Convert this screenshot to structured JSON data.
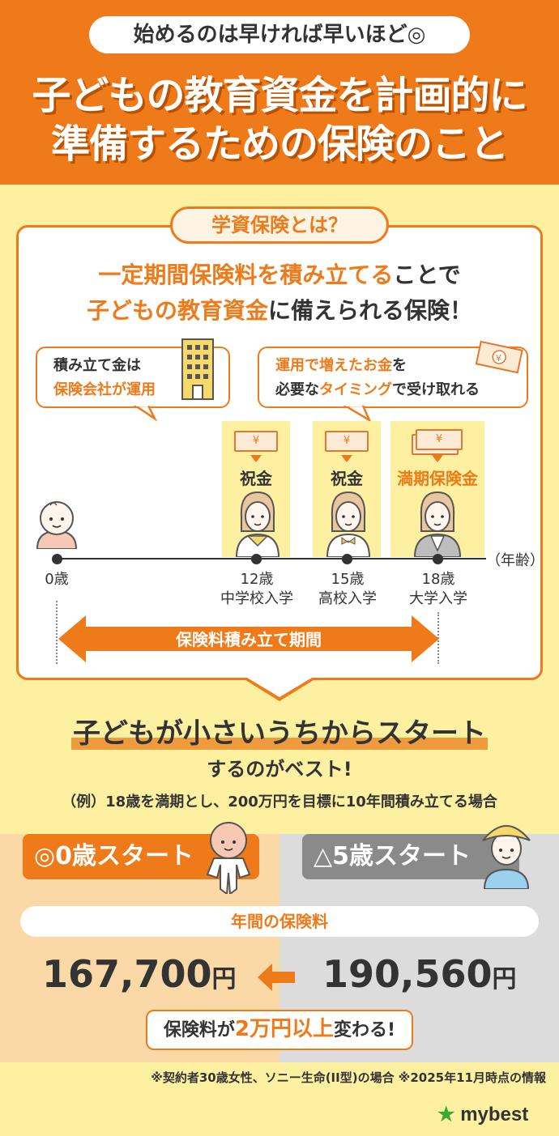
{
  "header": {
    "tagline": "始めるのは早ければ早いほど◎",
    "title_line1": "子どもの教育資金を計画的に",
    "title_line2": "準備するための保険のこと"
  },
  "card": {
    "pill": "学資保険とは？",
    "lead1_orange": "一定期間保険料を積み立てる",
    "lead1_rest": "ことで",
    "lead2_orange": "子どもの教育資金",
    "lead2_rest": "に備えられる保険！",
    "bubble_left_line1": "積み立て金は",
    "bubble_left_line2": "保険会社が運用",
    "bubble_right_line1_orange": "運用で増えたお金",
    "bubble_right_line1_rest": "を",
    "bubble_right_line2_a": "必要な",
    "bubble_right_line2_orange": "タイミング",
    "bubble_right_line2_rest": "で受け取れる",
    "yen_symbol": "¥",
    "columns": [
      {
        "label": "祝金"
      },
      {
        "label": "祝金"
      },
      {
        "label": "満期保険金"
      }
    ],
    "unit_label": "（年齢）",
    "ages": [
      {
        "age": "0歳",
        "desc": ""
      },
      {
        "age": "12歳",
        "desc": "中学校入学"
      },
      {
        "age": "15歳",
        "desc": "高校入学"
      },
      {
        "age": "18歳",
        "desc": "大学入学"
      }
    ],
    "period_label": "保険料積み立て期間"
  },
  "middle": {
    "headline": "子どもが小さいうちからスタート",
    "subline": "するのがベスト!",
    "example": "（例）18歳を満期とし、200万円を目標に10年間積み立てる場合"
  },
  "compare": {
    "left_tag": "◎0歳スタート",
    "right_tag": "△5歳スタート",
    "premium_label": "年間の保険料",
    "left_amount": "167,700",
    "right_amount": "190,560",
    "yen_unit": "円",
    "diff_a": "保険料が",
    "diff_orange": "2万円以上",
    "diff_rest": "変わる!"
  },
  "footnote": "※契約者30歳女性、ソニー生命(II型)の場合 ※2025年11月時点の情報",
  "brand": "mybest",
  "colors": {
    "accent": "#ef7a19",
    "background": "#fdf0a1",
    "left_panel": "#fbd9a6",
    "right_panel": "#dcdcdc"
  }
}
